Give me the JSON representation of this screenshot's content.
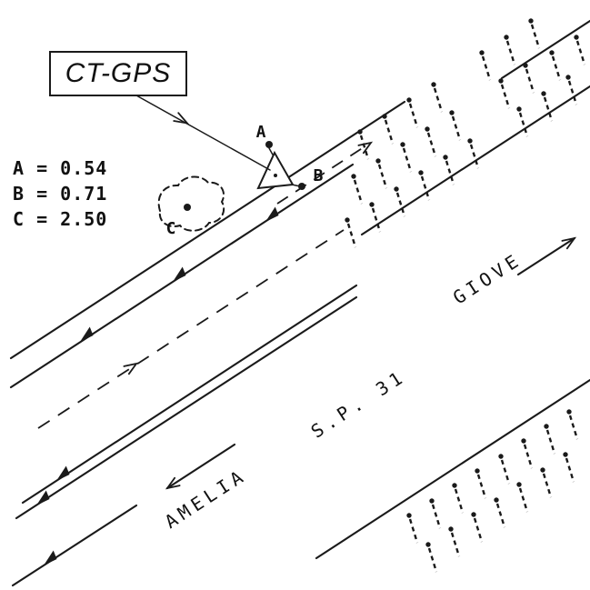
{
  "callout": {
    "label": "CT-GPS"
  },
  "measurements": {
    "line_a": "A = 0.54",
    "line_b": "B = 0.71",
    "line_c": "C = 2.50"
  },
  "points": {
    "a": "A",
    "b": "B",
    "c": "C"
  },
  "road": {
    "route": "S.P. 31"
  },
  "directions": {
    "giove": "GIOVE",
    "amelia": "AMELIA"
  },
  "colors": {
    "ink": "#1a1a1a",
    "paper": "#ffffff"
  }
}
